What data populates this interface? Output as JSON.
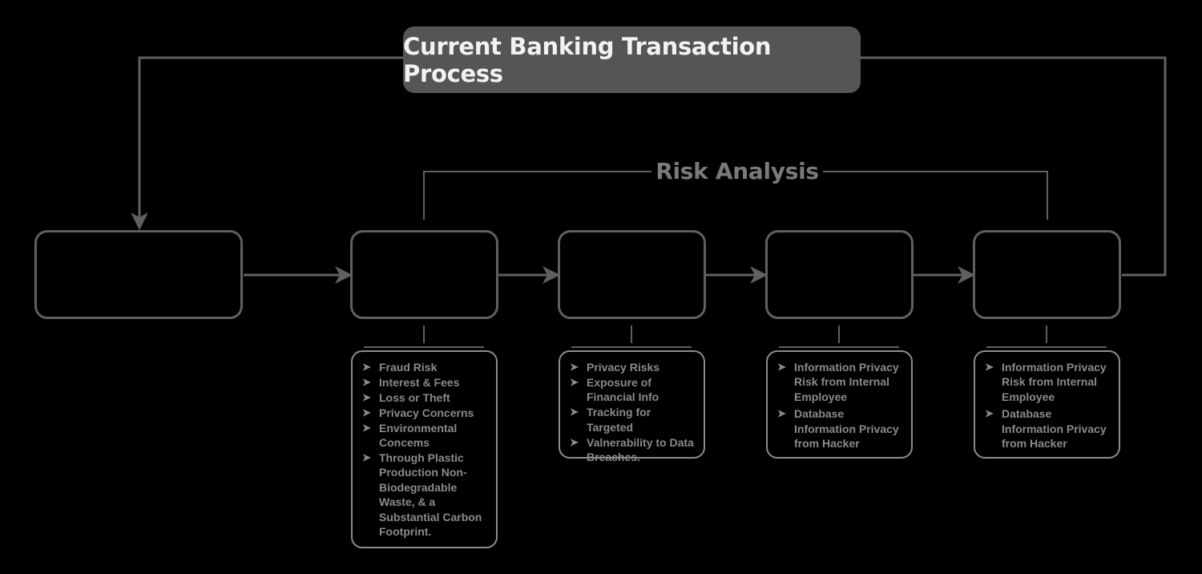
{
  "diagram": {
    "title": "Current Banking Transaction Process",
    "risk_analysis_label": "Risk Analysis",
    "stages": [
      {
        "label": ""
      },
      {
        "label": ""
      },
      {
        "label": ""
      },
      {
        "label": ""
      },
      {
        "label": ""
      }
    ],
    "risk_cards": [
      {
        "items": [
          "Fraud Risk",
          "Interest & Fees",
          "Loss or Theft",
          "Privacy Concerns",
          "Environmental Concems",
          "Through Plastic Production Non-Biodegradable Waste, & a Substantial Carbon Footprint."
        ]
      },
      {
        "items": [
          "Privacy Risks",
          "Exposure of Financial Info",
          "Tracking for Targeted",
          "Valnerability to Data Breaches."
        ]
      },
      {
        "items": [
          "Information Privacy Risk from Internal Employee",
          "Database Information Privacy from Hacker"
        ]
      },
      {
        "items": [
          "Information Privacy Risk from Internal Employee",
          "Database Information Privacy from Hacker"
        ]
      }
    ],
    "bullet_glyph": "➤",
    "colors": {
      "background": "#000000",
      "title_fill": "#555555",
      "title_text": "#f2f2f2",
      "connector": "#606060",
      "card_border": "#8c8c8c",
      "text": "#8a8a8a"
    }
  }
}
